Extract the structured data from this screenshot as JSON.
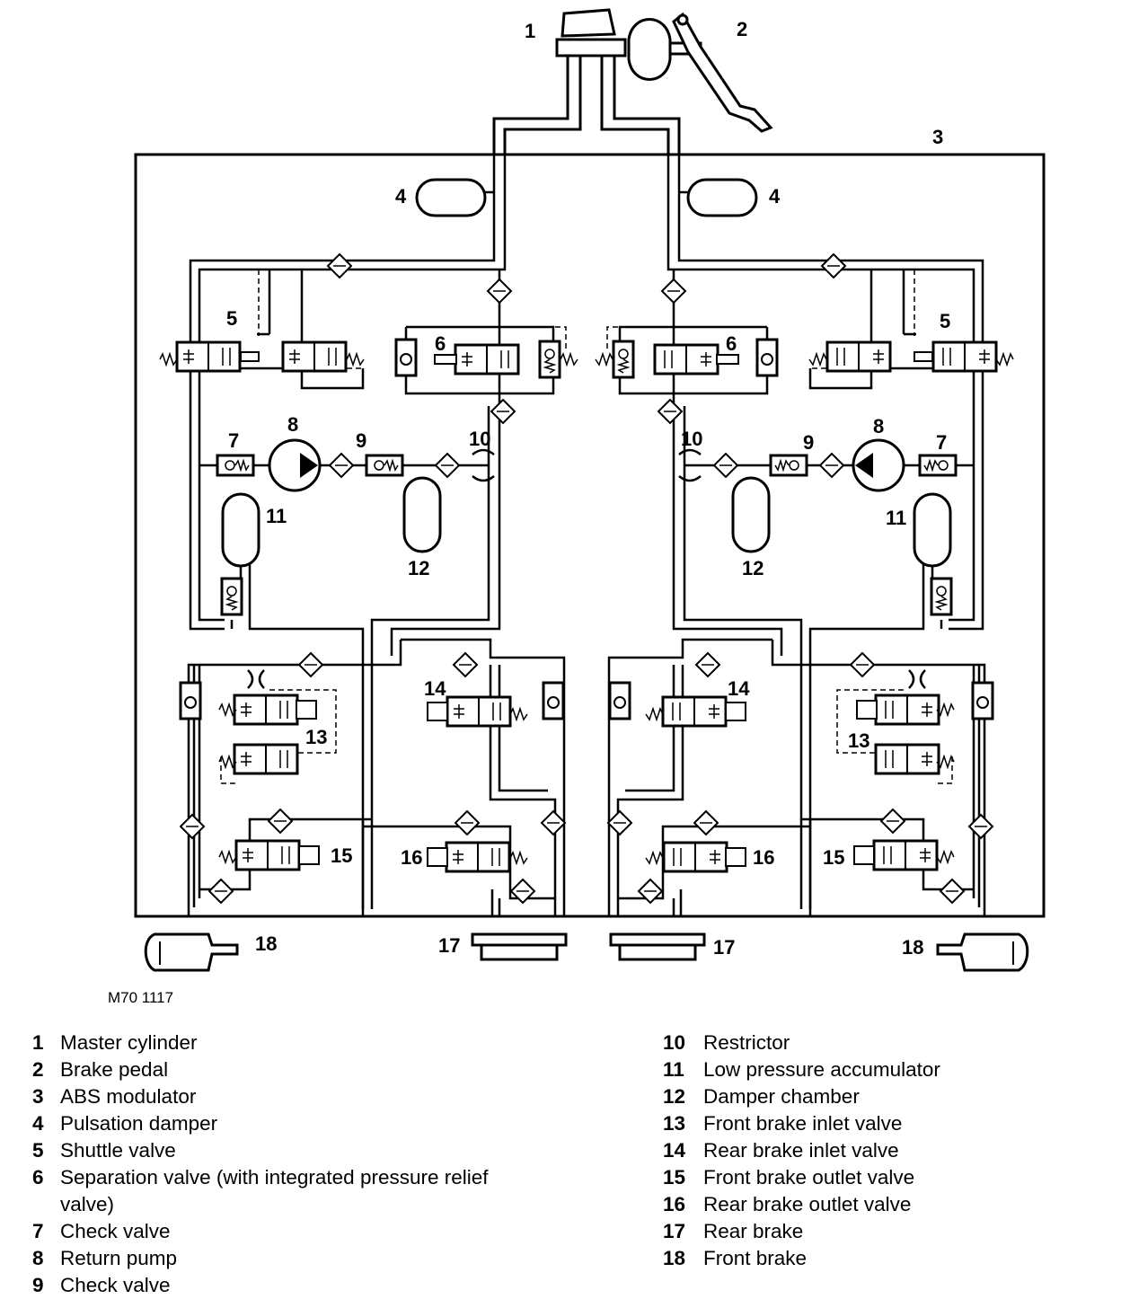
{
  "diagram": {
    "drawing_code": "M70 1117",
    "callouts": {
      "master_cylinder": "1",
      "brake_pedal": "2",
      "abs_modulator": "3",
      "pulsation_damper": "4",
      "shuttle_valve": "5",
      "separation_valve": "6",
      "check_valve_7": "7",
      "return_pump": "8",
      "check_valve_9": "9",
      "restrictor": "10",
      "low_pressure_accumulator": "11",
      "damper_chamber": "12",
      "front_brake_inlet_valve": "13",
      "rear_brake_inlet_valve": "14",
      "front_brake_outlet_valve": "15",
      "rear_brake_outlet_valve": "16",
      "rear_brake": "17",
      "front_brake": "18"
    }
  },
  "legend": {
    "left": [
      {
        "num": "1",
        "text": "Master cylinder"
      },
      {
        "num": "2",
        "text": "Brake pedal"
      },
      {
        "num": "3",
        "text": "ABS modulator"
      },
      {
        "num": "4",
        "text": "Pulsation damper"
      },
      {
        "num": "5",
        "text": "Shuttle valve"
      },
      {
        "num": "6",
        "text": "Separation valve (with integrated pressure relief valve)"
      },
      {
        "num": "7",
        "text": "Check valve"
      },
      {
        "num": "8",
        "text": "Return pump"
      },
      {
        "num": "9",
        "text": "Check valve"
      }
    ],
    "right": [
      {
        "num": "10",
        "text": "Restrictor"
      },
      {
        "num": "11",
        "text": "Low pressure accumulator"
      },
      {
        "num": "12",
        "text": "Damper chamber"
      },
      {
        "num": "13",
        "text": "Front brake inlet valve"
      },
      {
        "num": "14",
        "text": "Rear brake inlet valve"
      },
      {
        "num": "15",
        "text": "Front brake outlet valve"
      },
      {
        "num": "16",
        "text": "Rear brake outlet valve"
      },
      {
        "num": "17",
        "text": "Rear brake"
      },
      {
        "num": "18",
        "text": "Front brake"
      }
    ]
  }
}
